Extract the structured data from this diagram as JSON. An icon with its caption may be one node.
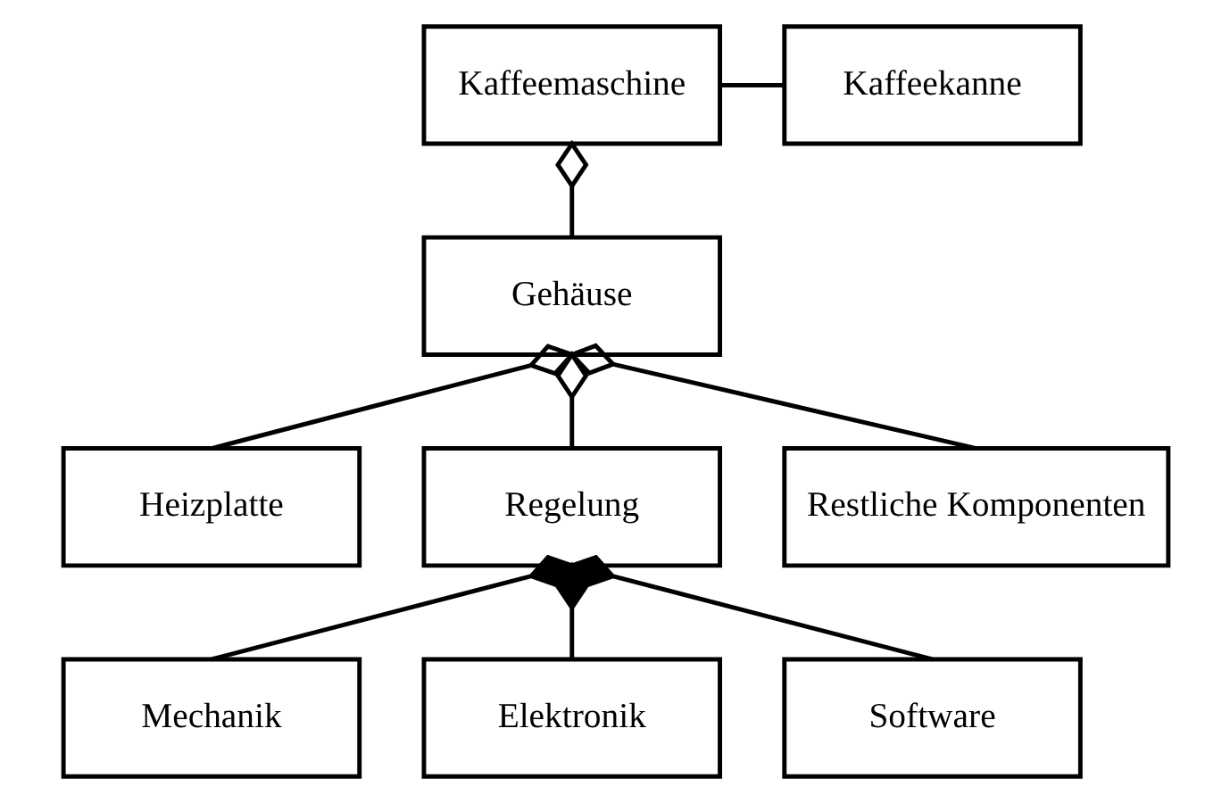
{
  "diagram": {
    "nodes": [
      {
        "text": [
          "Kaffeemaschine"
        ]
      },
      {
        "text": [
          "Kaffeekanne"
        ]
      },
      {
        "text": [
          "Gehäuse"
        ]
      },
      {
        "text": [
          "Heizplatte"
        ]
      },
      {
        "text": [
          "Regelung"
        ]
      },
      {
        "text": [
          "Restliche Komponenten"
        ]
      },
      {
        "text": [
          "Mechanik"
        ]
      },
      {
        "text": [
          "Elektronik"
        ]
      },
      {
        "text": [
          "Software"
        ]
      }
    ],
    "edges": [
      {
        "from": 0,
        "to": 1,
        "arrow": "none"
      },
      {
        "from": 0,
        "to": 2,
        "arrow": "other"
      },
      {
        "from": 2,
        "to": 3,
        "arrow": "other"
      },
      {
        "from": 2,
        "to": 4,
        "arrow": "other"
      },
      {
        "from": 2,
        "to": 5,
        "arrow": "other"
      },
      {
        "from": 4,
        "to": 6,
        "arrow": "other"
      },
      {
        "from": 4,
        "to": 7,
        "arrow": "other"
      },
      {
        "from": 4,
        "to": 8,
        "arrow": "other"
      }
    ]
  }
}
